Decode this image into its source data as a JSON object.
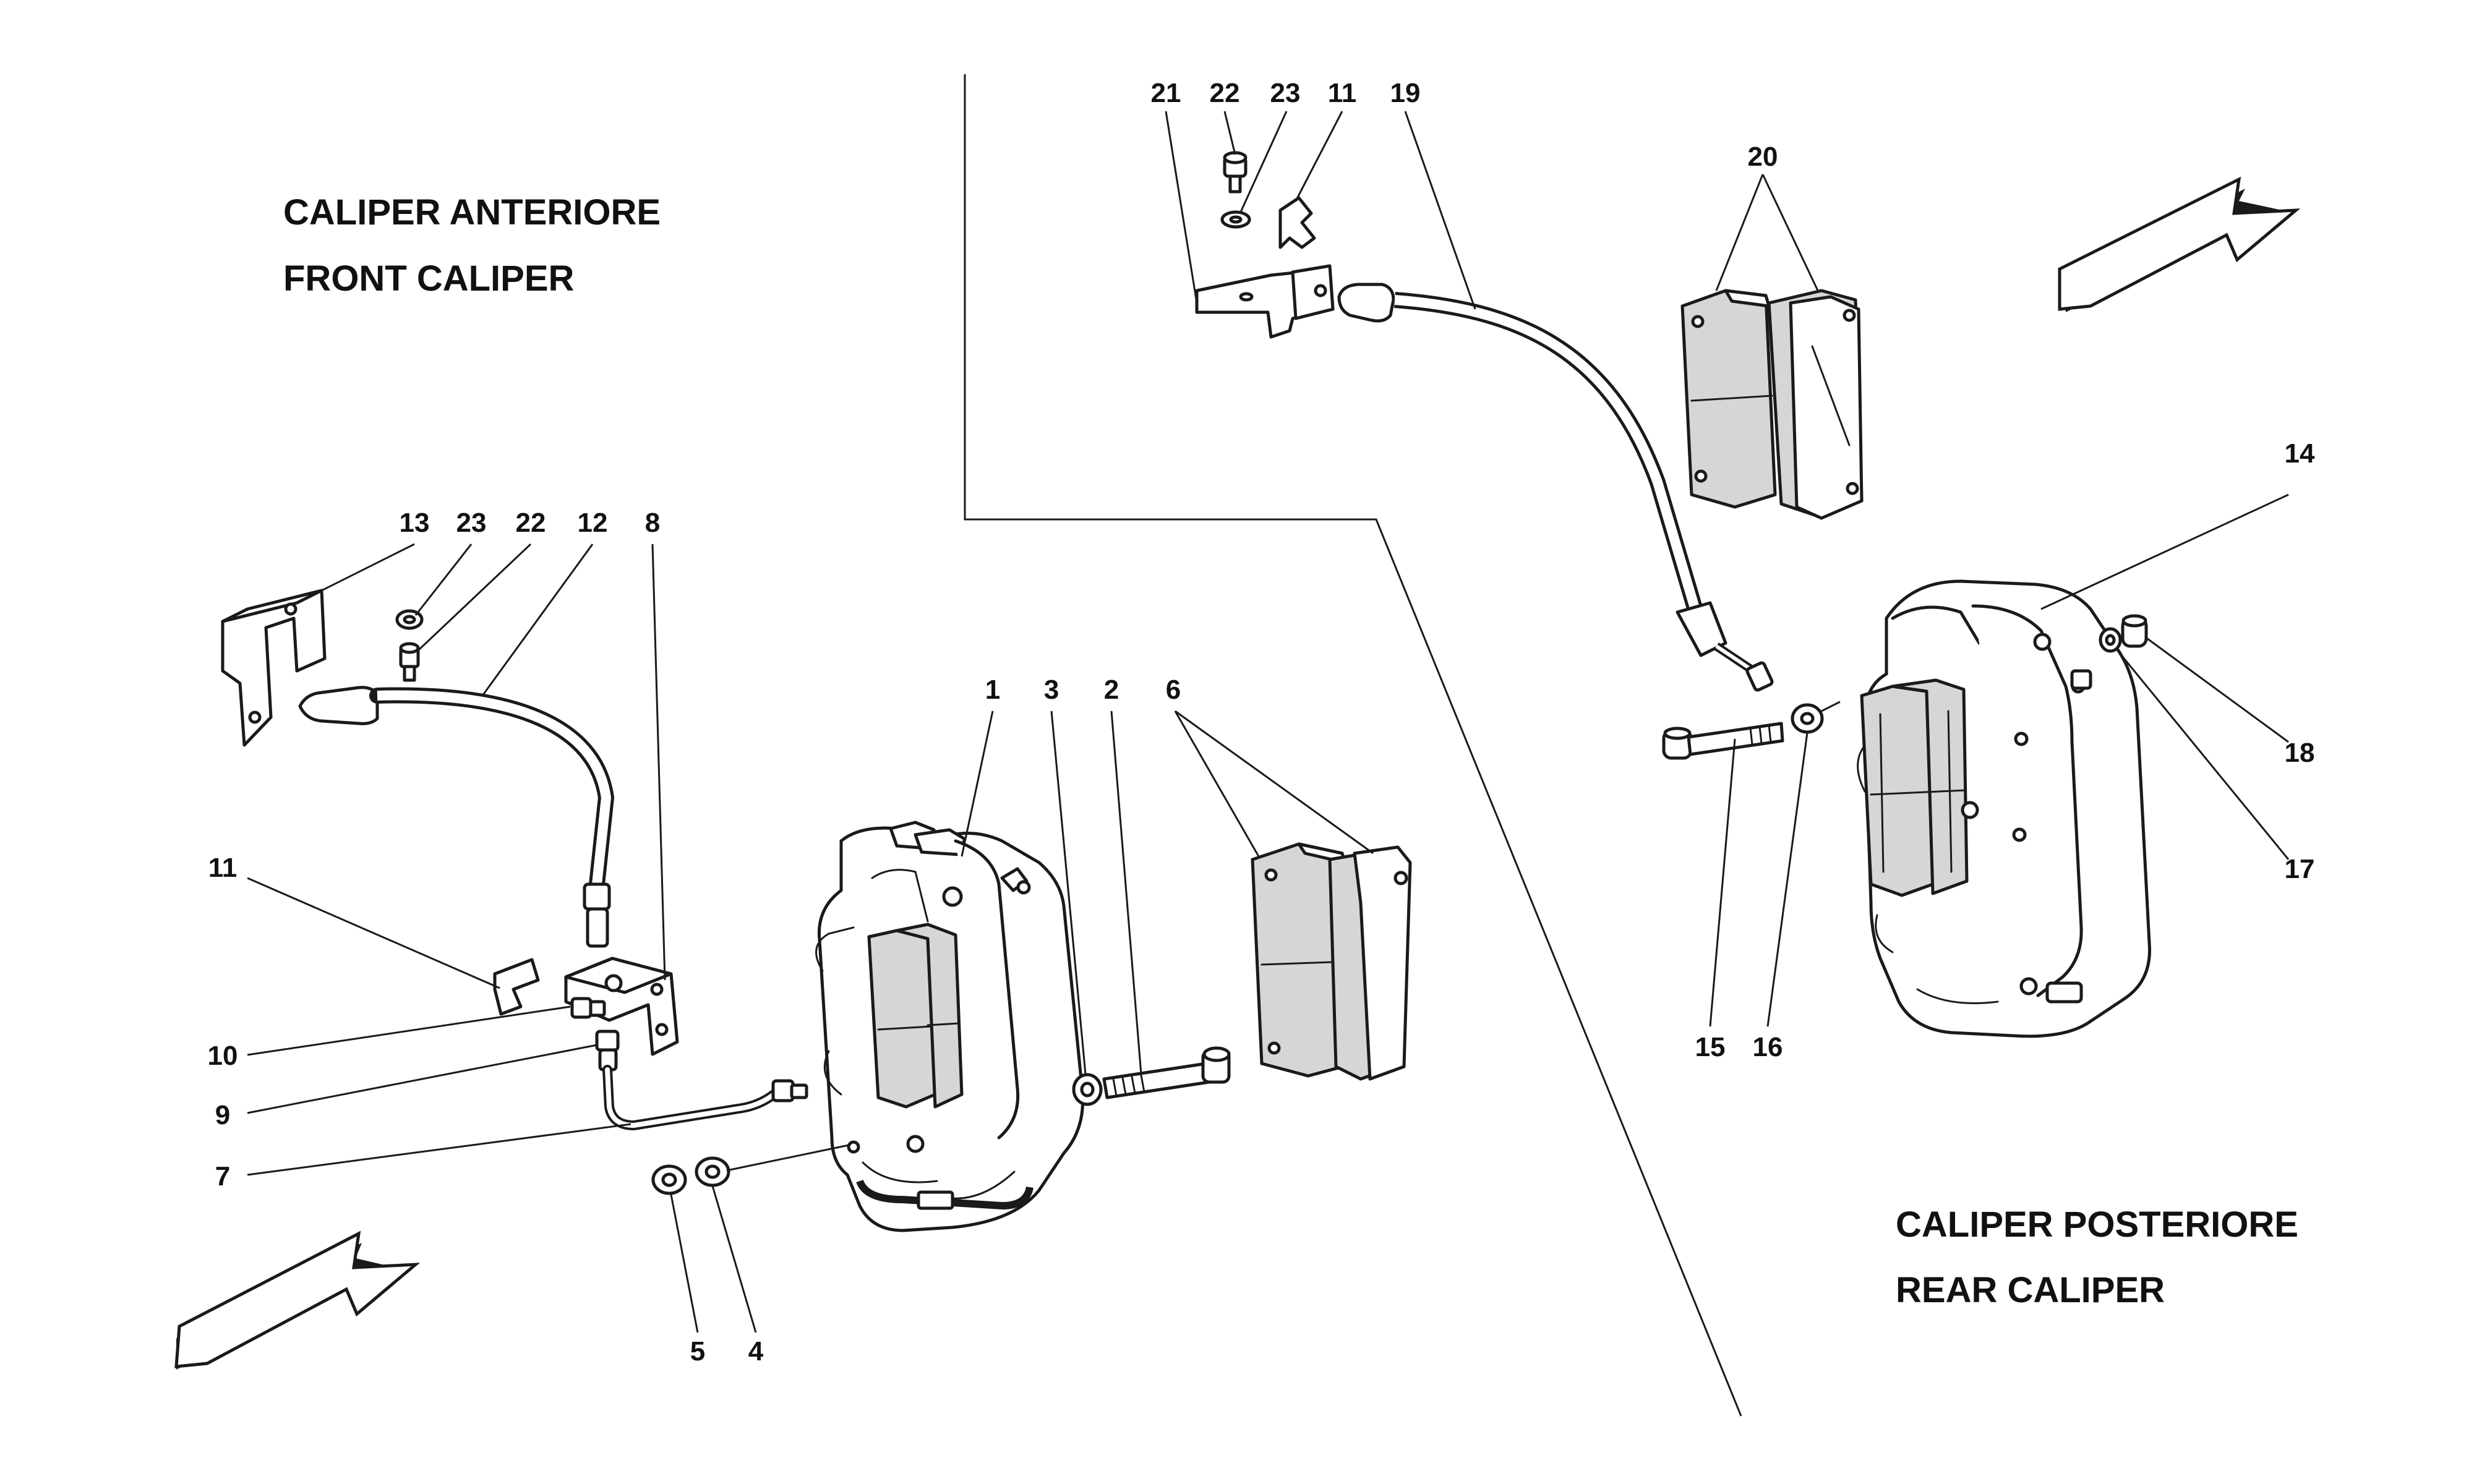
{
  "titles": {
    "front_it": "CALIPER ANTERIORE",
    "front_en": "FRONT CALIPER",
    "rear_it": "CALIPER POSTERIORE",
    "rear_en": "REAR CALIPER"
  },
  "callouts": {
    "c1": "1",
    "c2": "2",
    "c3": "3",
    "c4": "4",
    "c5": "5",
    "c6": "6",
    "c7": "7",
    "c8": "8",
    "c9": "9",
    "c10": "10",
    "c11a": "11",
    "c12": "12",
    "c13": "13",
    "c22a": "22",
    "c23a": "23",
    "c14": "14",
    "c15": "15",
    "c16": "16",
    "c17": "17",
    "c18": "18",
    "c19": "19",
    "c20": "20",
    "c21": "21",
    "c22b": "22",
    "c23b": "23",
    "c11b": "11"
  },
  "icons": {
    "front_arrow": "direction-arrow-icon",
    "rear_arrow": "direction-arrow-icon"
  },
  "colors": {
    "line": "#1a1a1a",
    "pad_fill": "#d6d6d6",
    "background": "#ffffff"
  }
}
